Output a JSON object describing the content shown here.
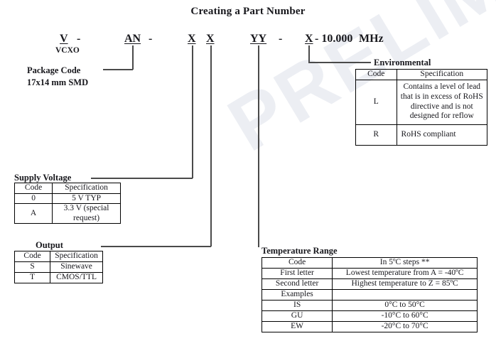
{
  "title": "Creating a Part Number",
  "watermark": "PRELIMINARY",
  "part_number": {
    "seg_v": "V",
    "dash1": "-",
    "seg_an": "AN",
    "dash2": "-",
    "seg_x1": "X",
    "seg_x2": "X",
    "seg_yy": "YY",
    "dash3": "-",
    "seg_x3": "X",
    "freq": "- 10.000",
    "unit": "MHz",
    "sub_vcxo": "VCXO"
  },
  "callouts": {
    "package_code_title": "Package Code",
    "package_code_value": "17x14 mm SMD",
    "supply_voltage": "Supply Voltage",
    "output": "Output",
    "environmental": "Environmental",
    "temperature_range": "Temperature Range"
  },
  "tables": {
    "supply_voltage": {
      "headers": [
        "Code",
        "Specification"
      ],
      "rows": [
        [
          "0",
          "5 V TYP"
        ],
        [
          "A",
          "3.3 V (special request)"
        ]
      ]
    },
    "output": {
      "headers": [
        "Code",
        "Specification"
      ],
      "rows": [
        [
          "S",
          "Sinewave"
        ],
        [
          "T",
          "CMOS/TTL"
        ]
      ]
    },
    "environmental": {
      "headers": [
        "Code",
        "Specification"
      ],
      "rows": [
        [
          "L",
          "Contains a level of lead that is in excess of RoHS directive and is not designed for reflow"
        ],
        [
          "R",
          "RoHS compliant"
        ]
      ]
    },
    "temperature_range": {
      "headers": [
        "Code",
        "In 5ºC steps **"
      ],
      "rows": [
        [
          "First letter",
          "Lowest temperature from A = -40ºC"
        ],
        [
          "Second letter",
          "Highest temperature to Z = 85ºC"
        ],
        [
          "Examples",
          ""
        ],
        [
          "IS",
          "0°C to 50°C"
        ],
        [
          "GU",
          "-10°C to 60°C"
        ],
        [
          "EW",
          "-20°C to 70°C"
        ]
      ]
    }
  },
  "colors": {
    "text": "#17171c",
    "rule": "#4a4a4a",
    "border": "#000000",
    "watermark": "#c9d0dd"
  }
}
